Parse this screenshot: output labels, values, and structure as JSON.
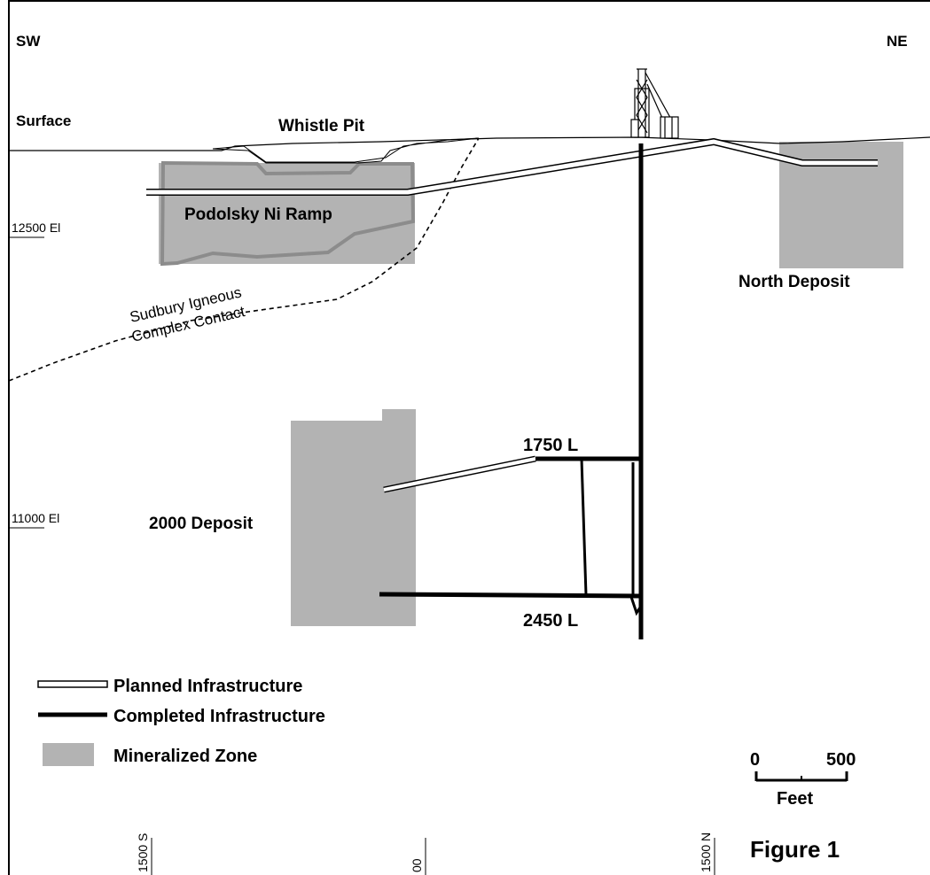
{
  "figure": {
    "title": "Figure 1",
    "orientation": {
      "left": "SW",
      "right": "NE"
    }
  },
  "labels": {
    "surface": "Surface",
    "whistle_pit": "Whistle Pit",
    "podolsky_ramp": "Podolsky Ni Ramp",
    "north_deposit": "North Deposit",
    "contact_line1": "Sudbury Igneous",
    "contact_line2": "Complex Contact",
    "deposit_2000": "2000 Deposit",
    "level_1750": "1750 L",
    "level_2450": "2450 L"
  },
  "elevations": [
    "12500 El",
    "11000 El"
  ],
  "grid_ticks": [
    "1500 S",
    "00",
    "1500 N"
  ],
  "legend": {
    "planned": "Planned Infrastructure",
    "completed": "Completed Infrastructure",
    "mineralized": "Mineralized Zone"
  },
  "scale": {
    "start": "0",
    "end": "500",
    "unit": "Feet"
  },
  "colors": {
    "mineralized": "#b3b3b3",
    "outline": "#8c8c8c",
    "line": "#000000"
  }
}
